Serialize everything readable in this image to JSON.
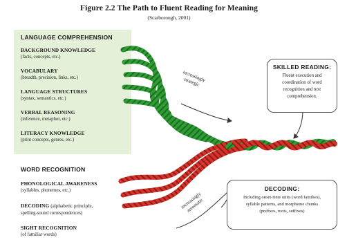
{
  "title": "Figure 2.2  The Path to Fluent Reading for Meaning",
  "subtitle": "(Scarborough, 2001)",
  "language_comprehension": {
    "heading": "LANGUAGE COMPREHENSION",
    "items": [
      {
        "name": "BACKGROUND KNOWLEDGE",
        "desc": "(facts, concepts, etc.)"
      },
      {
        "name": "VOCABULARY",
        "desc": "(breadth, precision, links, etc.)"
      },
      {
        "name": "LANGUAGE STRUCTURES",
        "desc": "(syntax, semantics, etc.)"
      },
      {
        "name": "VERBAL REASONING",
        "desc": "(inference, metaphor, etc.)"
      },
      {
        "name": "LITERACY KNOWLEDGE",
        "desc": "(print concepts, genres, etc.)"
      }
    ]
  },
  "word_recognition": {
    "heading": "WORD RECOGNITION",
    "items": [
      {
        "name": "PHONOLOGICAL AWARENESS",
        "desc": "(syllables, phonemes, etc.)"
      },
      {
        "name": "DECODING",
        "name_suffix": " (alphabetic principle,",
        "desc": "spelling-sound correspondences)"
      },
      {
        "name": "SIGHT RECOGNITION",
        "desc": "(of familiar words)"
      }
    ]
  },
  "skilled_reading": {
    "title": "SKILLED READING:",
    "lines": [
      "Fluent execution and",
      "coordination of word",
      "recognition and text",
      "comprehension."
    ]
  },
  "decoding_callout": {
    "title": "DECODING:",
    "lines": [
      "Including onset-rime units (word families),",
      "syllable patterns, and morpheme chunks",
      "(prefixes, roots, suffixes)"
    ]
  },
  "labels": {
    "strategic_line1": "increasingly",
    "strategic_line2": "strategic",
    "automatic_line1": "increasingly",
    "automatic_line2": "automatic"
  },
  "colors": {
    "green_strand": "#2e9e35",
    "red_strand": "#d8322a",
    "box_fill": "#e5f0d9"
  }
}
